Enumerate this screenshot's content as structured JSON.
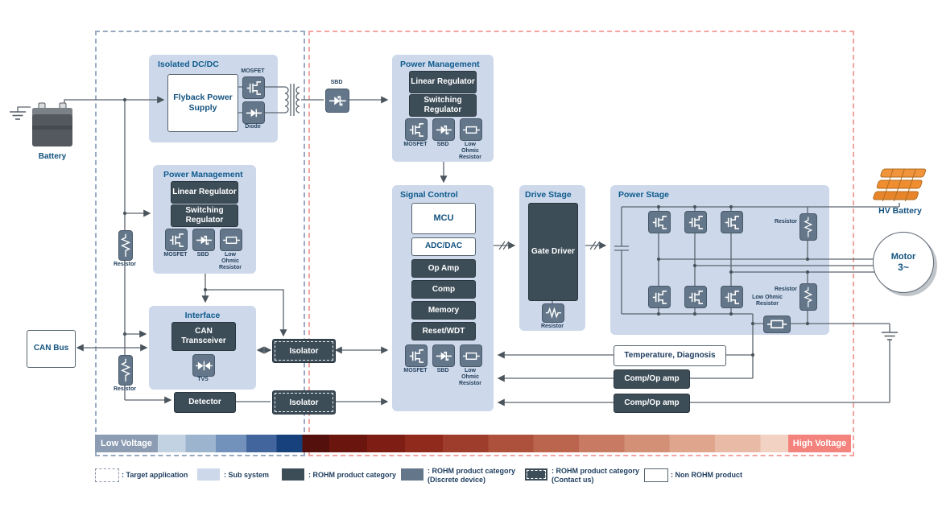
{
  "colors": {
    "subsystem_bg": "#cdd9ea",
    "product_dark": "#3d4d58",
    "discrete_chip": "#64778a",
    "title_blue": "#0f5a8e",
    "navy_text": "#12527f",
    "low_voltage_chip": "#8b9cb3",
    "high_voltage_chip": "#f4837d",
    "wire": "#5a646d"
  },
  "regions": {
    "low_voltage": "Low Voltage",
    "high_voltage": "High Voltage"
  },
  "battery": {
    "label": "Battery"
  },
  "can_bus": {
    "label": "CAN Bus"
  },
  "isolated_dcdc": {
    "title": "Isolated DC/DC",
    "flyback": "Flyback Power Supply",
    "mosfet": "MOSFET",
    "diode": "Diode"
  },
  "sbd": {
    "label": "SBD"
  },
  "pm_top": {
    "title": "Power Management",
    "linear": "Linear Regulator",
    "switching": "Switching Regulator",
    "mosfet": "MOSFET",
    "sbd": "SBD",
    "low_ohmic": "Low Ohmic Resistor"
  },
  "pm_left": {
    "title": "Power Management",
    "linear": "Linear Regulator",
    "switching": "Switching Regulator",
    "mosfet": "MOSFET",
    "sbd": "SBD",
    "low_ohmic": "Low Ohmic Resistor"
  },
  "resistors": {
    "left_top": "Resistor",
    "left_bottom": "Resistor"
  },
  "interface": {
    "title": "Interface",
    "can_transceiver": "CAN Transceiver",
    "tvs": "TVS"
  },
  "detector": {
    "label": "Detector"
  },
  "isolators": {
    "first": "Isolator",
    "second": "Isolator"
  },
  "signal_control": {
    "title": "Signal Control",
    "mcu": "MCU",
    "adc_dac": "ADC/DAC",
    "op_amp": "Op Amp",
    "comp": "Comp",
    "memory": "Memory",
    "reset_wdt": "Reset/WDT",
    "mosfet": "MOSFET",
    "sbd": "SBD",
    "low_ohmic": "Low Ohmic Resistor"
  },
  "drive_stage": {
    "title": "Drive Stage",
    "gate_driver": "Gate Driver",
    "resistor": "Resistor"
  },
  "power_stage": {
    "title": "Power Stage",
    "resistor_top": "Resistor",
    "resistor_bottom": "Resistor",
    "low_ohmic": "Low Ohmic Resistor"
  },
  "sense": {
    "temperature": "Temperature, Diagnosis",
    "comp_op_amp_1": "Comp/Op amp",
    "comp_op_amp_2": "Comp/Op amp"
  },
  "hv_battery": {
    "label": "HV Battery"
  },
  "motor": {
    "line1": "Motor",
    "line2": "3~"
  },
  "legend": [
    {
      "label": ": Target application"
    },
    {
      "label": ": Sub system"
    },
    {
      "label": ": ROHM product category"
    },
    {
      "label": ": ROHM product category",
      "sub": "(Discrete device)"
    },
    {
      "label": ": ROHM product category",
      "sub": "(Contact us)"
    },
    {
      "label": ": Non ROHM product"
    }
  ]
}
